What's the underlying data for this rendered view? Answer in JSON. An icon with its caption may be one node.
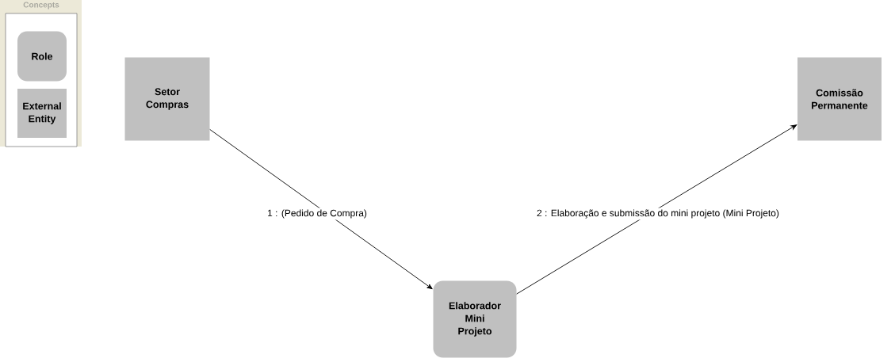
{
  "diagram": {
    "nodes": [
      {
        "text": [
          "Concepts"
        ]
      },
      {
        "text": [
          "Role"
        ],
        "in": 0
      },
      {
        "text": [
          "External Entity"
        ],
        "in": 0
      },
      {
        "text": [
          "Setor Compras"
        ]
      },
      {
        "text": [
          "Comissão Permanente"
        ]
      },
      {
        "text": [
          "Elaborador Mini Projeto"
        ]
      }
    ],
    "edges": [
      {
        "from": 3,
        "to": 5,
        "arrow": "to",
        "label": "1 :  (Pedido de Compra)"
      },
      {
        "from": 5,
        "to": 4,
        "arrow": "to",
        "label": "2 : Elaboração e submissão do mini projeto (Mini Projeto)"
      }
    ]
  }
}
